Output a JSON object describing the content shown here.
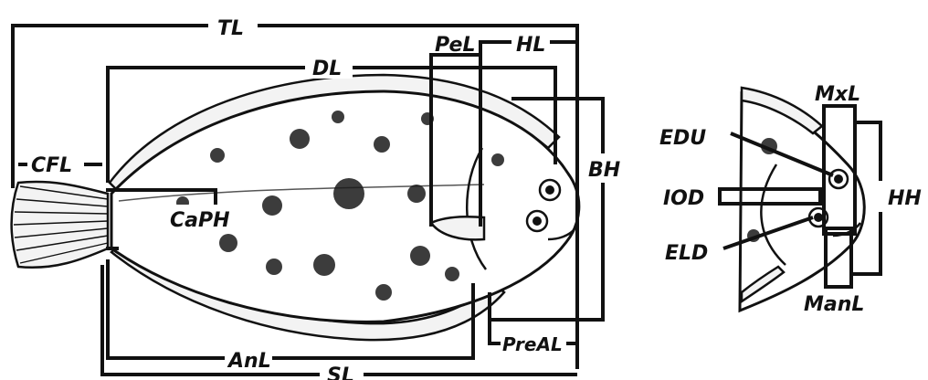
{
  "labels": {
    "tl": "TL",
    "dl": "DL",
    "pel": "PeL",
    "hl": "HL",
    "bh": "BH",
    "cfl": "CFL",
    "caph": "CaPH",
    "anl": "AnL",
    "sl": "SL",
    "preal": "PreAL",
    "mxl": "MxL",
    "edu": "EDU",
    "iod": "IOD",
    "hh": "HH",
    "eld": "ELD",
    "manl": "ManL"
  },
  "colors": {
    "ink": "#111111",
    "paper": "#ffffff"
  }
}
